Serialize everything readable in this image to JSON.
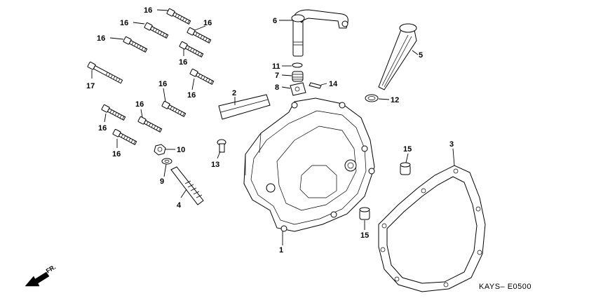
{
  "diagram_code": "KAYS– E0500",
  "direction": {
    "label": "FR."
  },
  "callouts": {
    "c1": "1",
    "c2": "2",
    "c3": "3",
    "c4": "4",
    "c5": "5",
    "c6": "6",
    "c7": "7",
    "c8": "8",
    "c9": "9",
    "c10": "10",
    "c11": "11",
    "c12": "12",
    "c13": "13",
    "c14": "14",
    "c15a": "15",
    "c15b": "15",
    "c16a": "16",
    "c16b": "16",
    "c16c": "16",
    "c16d": "16",
    "c16e": "16",
    "c16f": "16",
    "c16g": "16",
    "c16h": "16",
    "c16i": "16",
    "c16j": "16",
    "c17": "17"
  },
  "parts": [
    {
      "id": "1",
      "icon": "crankcase-cover-icon"
    },
    {
      "id": "2",
      "icon": "rubber-strip-icon"
    },
    {
      "id": "3",
      "icon": "gasket-icon"
    },
    {
      "id": "4",
      "icon": "spring-pin-icon"
    },
    {
      "id": "5",
      "icon": "dipstick-icon"
    },
    {
      "id": "6",
      "icon": "clutch-lever-icon"
    },
    {
      "id": "7",
      "icon": "spring-icon"
    },
    {
      "id": "8",
      "icon": "cam-piece-icon"
    },
    {
      "id": "9",
      "icon": "washer-icon"
    },
    {
      "id": "10",
      "icon": "nut-icon"
    },
    {
      "id": "11",
      "icon": "clip-icon"
    },
    {
      "id": "12",
      "icon": "o-ring-icon"
    },
    {
      "id": "13",
      "icon": "bolt-icon"
    },
    {
      "id": "14",
      "icon": "pin-icon"
    },
    {
      "id": "15",
      "icon": "dowel-pin-icon"
    },
    {
      "id": "16",
      "icon": "flange-bolt-icon"
    },
    {
      "id": "17",
      "icon": "flange-bolt-icon"
    }
  ]
}
